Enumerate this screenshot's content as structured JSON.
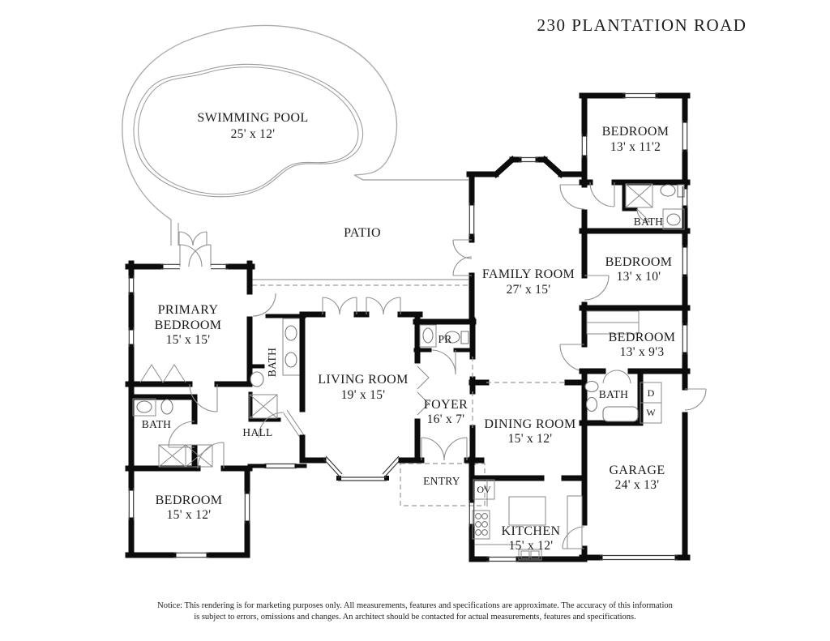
{
  "title": "230 PLANTATION ROAD",
  "outdoor": {
    "pool_name": "SWIMMING POOL",
    "pool_dims": "25' x 12'",
    "patio": "PATIO"
  },
  "rooms": {
    "family": {
      "name": "FAMILY ROOM",
      "dims": "27' x 15'"
    },
    "living": {
      "name": "LIVING ROOM",
      "dims": "19' x 15'"
    },
    "dining": {
      "name": "DINING ROOM",
      "dims": "15' x 12'"
    },
    "kitchen": {
      "name": "KITCHEN",
      "dims": "15' x 12'"
    },
    "foyer": {
      "name": "FOYER",
      "dims": "16' x 7'"
    },
    "entry": {
      "name": "ENTRY"
    },
    "powder_room": {
      "name": "PR"
    },
    "hall": {
      "name": "HALL"
    },
    "garage": {
      "name": "GARAGE",
      "dims": "24' x 13'"
    },
    "primary_bedroom": {
      "line1": "PRIMARY",
      "line2": "BEDROOM",
      "dims": "15' x 15'"
    },
    "bedroom_sw": {
      "name": "BEDROOM",
      "dims": "15' x 12'"
    },
    "bedroom_ne": {
      "name": "BEDROOM",
      "dims": "13' x 11'2"
    },
    "bedroom_e_mid": {
      "name": "BEDROOM",
      "dims": "13' x 10'"
    },
    "bedroom_e_low": {
      "name": "BEDROOM",
      "dims": "13' x 9'3"
    },
    "bath_ne": {
      "label": "BATH"
    },
    "bath_primary": {
      "label": "BATH"
    },
    "bath_sw": {
      "label": "BATH"
    },
    "bath_laundry": {
      "label": "BATH"
    },
    "dryer": {
      "label": "D"
    },
    "washer": {
      "label": "W"
    },
    "oven": {
      "label": "OV"
    }
  },
  "notice": {
    "line1": "Notice: This rendering is for marketing purposes only. All measurements, features and specifications are approximate. The accuracy of this information",
    "line2": "is subject to errors, omissions and changes. An architect should be contacted for actual measurements, features and specifications."
  }
}
